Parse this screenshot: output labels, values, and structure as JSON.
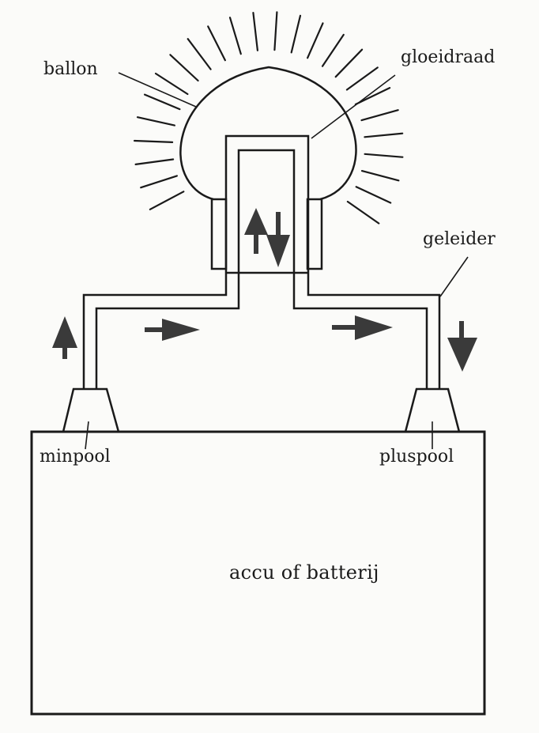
{
  "labels": {
    "ballon": "ballon",
    "gloeidraad": "gloeidraad",
    "geleider": "geleider",
    "minpool": "minpool",
    "pluspool": "pluspool",
    "battery": "accu of batterij"
  },
  "colors": {
    "line": "#1a1a1a",
    "arrow": "#3a3a3a",
    "background": "#fbfbf9"
  }
}
